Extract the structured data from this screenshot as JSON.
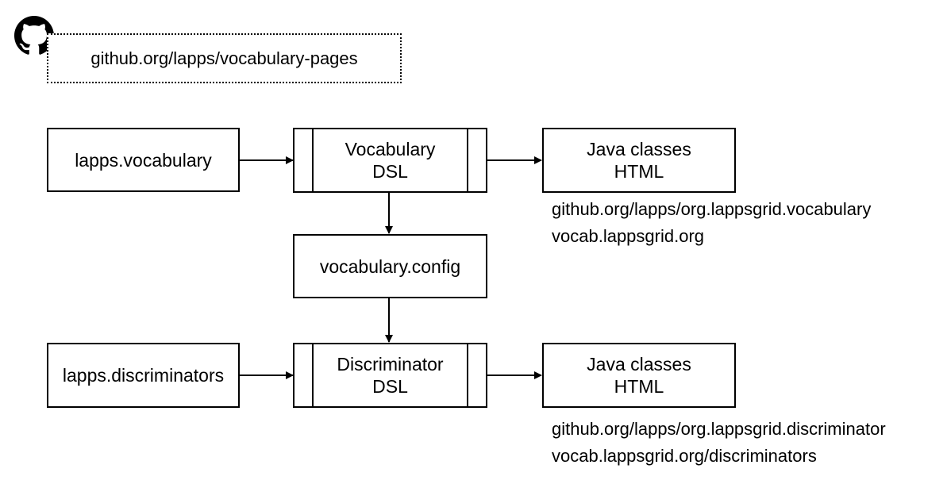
{
  "github_link": "github.org/lapps/vocabulary-pages",
  "icons": {
    "repo": "github-icon"
  },
  "vocabulary_row": {
    "source": "lapps.vocabulary",
    "process": {
      "line1": "Vocabulary",
      "line2": "DSL"
    },
    "output": {
      "line1": "Java classes",
      "line2": "HTML"
    },
    "links": [
      "github.org/lapps/org.lappsgrid.vocabulary",
      "vocab.lappsgrid.org"
    ]
  },
  "config": "vocabulary.config",
  "discriminator_row": {
    "source": "lapps.discriminators",
    "process": {
      "line1": "Discriminator",
      "line2": "DSL"
    },
    "output": {
      "line1": "Java classes",
      "line2": "HTML"
    },
    "links": [
      "github.org/lapps/org.lappsgrid.discriminator",
      "vocab.lappsgrid.org/discriminators"
    ]
  }
}
